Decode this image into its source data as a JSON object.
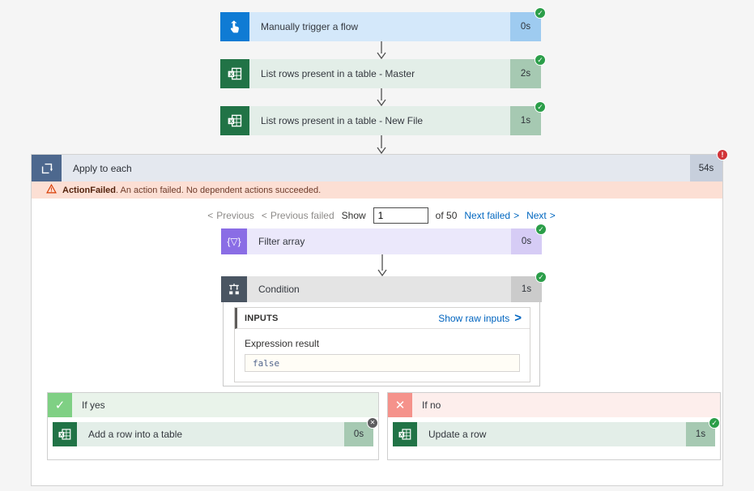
{
  "icons": {
    "check": "✓",
    "cross": "✕",
    "exclamation": "!",
    "filter_braces": "{▽}",
    "chevron_left": "<",
    "chevron_right": ">"
  },
  "colors": {
    "success_badge": "#2b9e49",
    "error_badge": "#d13438",
    "skipped_badge": "#5d5d5f",
    "trigger_blue": "#0f7bd4",
    "excel_green": "#217346",
    "loop_slate": "#4d688e",
    "filter_purple": "#8a6de5",
    "condition_gray": "#4a5562",
    "if_yes_green": "#7fd084",
    "if_no_red": "#f5928b",
    "error_banner_bg": "#fcdfd4",
    "link_blue": "#0067c0"
  },
  "flow": {
    "trigger": {
      "title": "Manually trigger a flow",
      "duration": "0s"
    },
    "actions": [
      {
        "title": "List rows present in a table - Master",
        "duration": "2s"
      },
      {
        "title": "List rows present in a table - New File",
        "duration": "1s"
      }
    ],
    "apply_to_each": {
      "title": "Apply to each",
      "duration": "54s",
      "error": {
        "code": "ActionFailed",
        "message": ". An action failed. No dependent actions succeeded."
      },
      "pagination": {
        "previous_label": "Previous",
        "previous_failed_label": "Previous failed",
        "show_label": "Show",
        "page_input_value": "1",
        "of_label": "of 50",
        "next_failed_label": "Next failed",
        "next_label": "Next"
      },
      "filter": {
        "title": "Filter array",
        "duration": "0s"
      },
      "condition": {
        "title": "Condition",
        "duration": "1s",
        "inputs_label": "INPUTS",
        "show_raw_inputs_label": "Show raw inputs",
        "expression_label": "Expression result",
        "expression_value": "false"
      },
      "if_yes": {
        "title": "If yes",
        "action": {
          "title": "Add a row into a table",
          "duration": "0s"
        }
      },
      "if_no": {
        "title": "If no",
        "action": {
          "title": "Update a row",
          "duration": "1s"
        }
      }
    }
  }
}
